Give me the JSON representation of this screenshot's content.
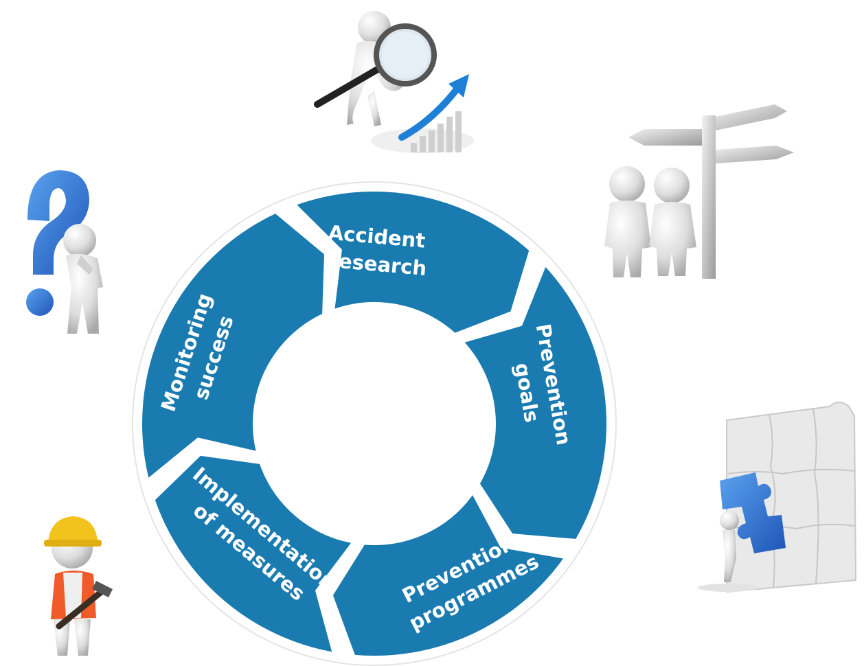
{
  "diagram": {
    "type": "cycle",
    "segment_color": "#1a7bb0",
    "segments": [
      {
        "id": "accident-research",
        "lines": [
          "Accident",
          "research"
        ]
      },
      {
        "id": "prevention-goals",
        "lines": [
          "Prevention",
          "goals"
        ]
      },
      {
        "id": "prevention-programmes",
        "lines": [
          "Prevention",
          "programmes"
        ]
      },
      {
        "id": "implementation-of-measures",
        "lines": [
          "Implementation",
          "of measures"
        ]
      },
      {
        "id": "monitoring-success",
        "lines": [
          "Monitoring",
          "success"
        ]
      }
    ]
  },
  "illustrations": [
    {
      "name": "magnifier-chart-figure-icon"
    },
    {
      "name": "signpost-two-figures-icon"
    },
    {
      "name": "question-mark-figure-icon"
    },
    {
      "name": "puzzle-figure-icon"
    },
    {
      "name": "worker-hammer-figure-icon"
    }
  ]
}
